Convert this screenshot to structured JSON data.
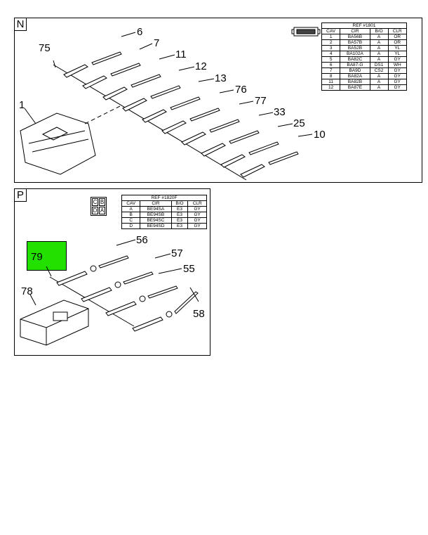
{
  "panel_n": {
    "letter": "N",
    "table": {
      "title": "REF #1801",
      "headers": [
        "CAV",
        "CIR",
        "B/O",
        "CLR"
      ],
      "rows": [
        [
          "1",
          "BA56B",
          "A",
          "OR"
        ],
        [
          "2",
          "BA57B",
          "A",
          "OR"
        ],
        [
          "3",
          "BA52B",
          "A",
          "YL"
        ],
        [
          "4",
          "BA102A",
          "A",
          "YL"
        ],
        [
          "5",
          "BA82C",
          "A",
          "GY"
        ],
        [
          "6",
          "BA87-G",
          "DS1",
          "WH"
        ],
        [
          "7",
          "BA9D",
          "CS2",
          "GY"
        ],
        [
          "8",
          "BA82A",
          "A",
          "GY"
        ],
        [
          "11",
          "BA82B",
          "A",
          "GY"
        ],
        [
          "12",
          "BA87E",
          "A",
          "GY"
        ]
      ]
    },
    "callouts": [
      "6",
      "7",
      "11",
      "12",
      "13",
      "76",
      "77",
      "33",
      "25",
      "10",
      "75",
      "1"
    ]
  },
  "panel_p": {
    "letter": "P",
    "cavity_icon": [
      "C",
      "B",
      "D",
      "A"
    ],
    "table": {
      "title": "REF #1820F",
      "headers": [
        "CAV",
        "CIR",
        "B/O",
        "CLR"
      ],
      "rows": [
        [
          "A",
          "BE94SA",
          "E3",
          "GY"
        ],
        [
          "B",
          "BE94SB",
          "E3",
          "GY"
        ],
        [
          "C",
          "BE94SC",
          "E3",
          "GY"
        ],
        [
          "D",
          "BE94SD",
          "E3",
          "GY"
        ]
      ]
    },
    "highlight": "79",
    "highlight_color": "#22e000",
    "callouts": [
      "56",
      "57",
      "55",
      "58",
      "78"
    ]
  }
}
